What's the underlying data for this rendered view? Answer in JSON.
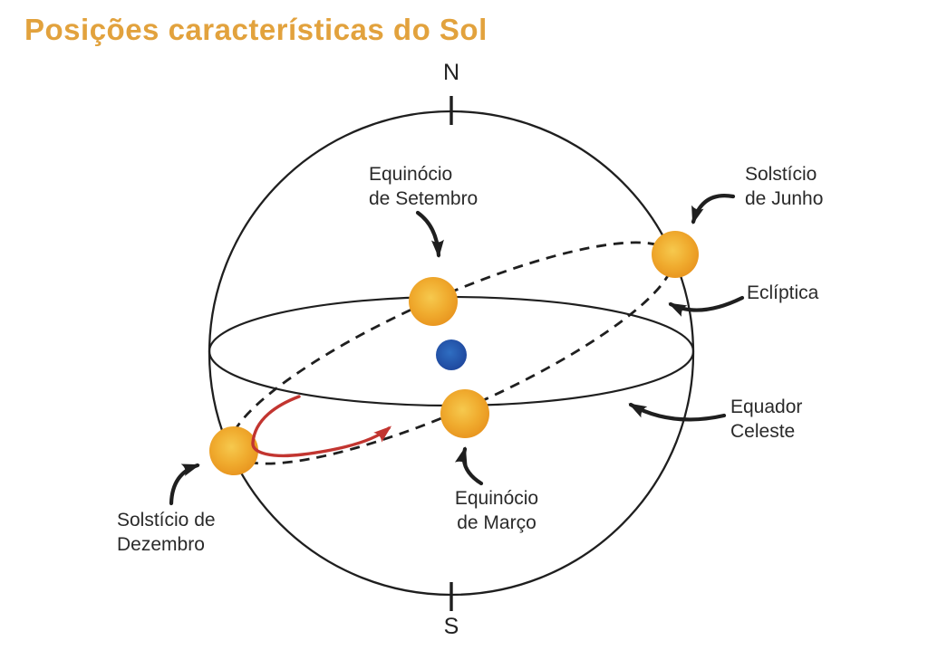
{
  "title": "Posições características do Sol",
  "compass": {
    "north": "N",
    "south": "S"
  },
  "labels": {
    "september_equinox": "Equinócio\nde Setembro",
    "june_solstice": "Solstício\nde Junho",
    "ecliptic": "Eclíptica",
    "celestial_equator": "Equador\nCeleste",
    "march_equinox": "Equinócio\nde Março",
    "december_solstice": "Solstício de\nDezembro"
  },
  "colors": {
    "title": "#E2A23D",
    "outline": "#1F1F1F",
    "text": "#2A2A2A",
    "sun_core": "#F6C94E",
    "sun_mid": "#F0AC2F",
    "sun_edge": "#E68E1A",
    "earth_core": "#2F6EC2",
    "earth_edge": "#1C4197",
    "motion_arrow": "#C23530"
  }
}
